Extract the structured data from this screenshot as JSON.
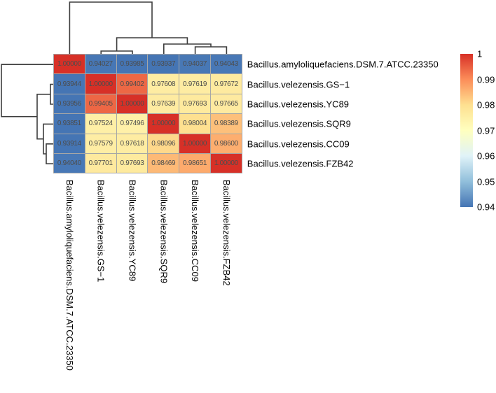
{
  "figure": {
    "background": "#ffffff"
  },
  "chart_data": {
    "type": "heatmap",
    "title": "",
    "description": "Pairwise similarity (ANI) heatmap of Bacillus strains with hierarchical clustering dendrograms on top and left",
    "row_labels": [
      "Bacillus.amyloliquefaciens.DSM.7.ATCC.23350",
      "Bacillus.velezensis.GS−1",
      "Bacillus.velezensis.YC89",
      "Bacillus.velezensis.SQR9",
      "Bacillus.velezensis.CC09",
      "Bacillus.velezensis.FZB42"
    ],
    "col_labels": [
      "Bacillus.amyloliquefaciens.DSM.7.ATCC.23350",
      "Bacillus.velezensis.GS−1",
      "Bacillus.velezensis.YC89",
      "Bacillus.velezensis.SQR9",
      "Bacillus.velezensis.CC09",
      "Bacillus.velezensis.FZB42"
    ],
    "matrix": [
      [
        1.0,
        0.94027,
        0.93985,
        0.93937,
        0.94037,
        0.94043
      ],
      [
        0.93944,
        1.0,
        0.99402,
        0.97608,
        0.97619,
        0.97672
      ],
      [
        0.93956,
        0.99405,
        1.0,
        0.97639,
        0.97693,
        0.97665
      ],
      [
        0.93851,
        0.97524,
        0.97496,
        1.0,
        0.98004,
        0.98389
      ],
      [
        0.93914,
        0.97579,
        0.97618,
        0.98096,
        1.0,
        0.986
      ],
      [
        0.9404,
        0.97701,
        0.97693,
        0.98469,
        0.98651,
        1.0
      ]
    ],
    "value_decimals": 5,
    "colormap": {
      "name": "RdYlBu-reversed",
      "domain": [
        0.94,
        1.0
      ],
      "stops": [
        "#4575b4",
        "#91bfdb",
        "#e0f3f8",
        "#ffffbf",
        "#fee090",
        "#fc8d59",
        "#d73027"
      ]
    },
    "legend": {
      "position": "right",
      "ticks": [
        "1",
        "0.99",
        "0.98",
        "0.97",
        "0.96",
        "0.95",
        "0.94"
      ],
      "tick_values": [
        1.0,
        0.99,
        0.98,
        0.97,
        0.96,
        0.95,
        0.94
      ]
    },
    "dendrogram": {
      "note": "same clustering tree shown above columns and left of rows; height = merge distance in px from heatmap edge",
      "tree": {
        "height": 75,
        "children": [
          {
            "leaf": 0
          },
          {
            "height": 24,
            "children": [
              {
                "height": 5,
                "children": [
                  {
                    "leaf": 1
                  },
                  {
                    "leaf": 2
                  }
                ]
              },
              {
                "height": 15,
                "children": [
                  {
                    "leaf": 3
                  },
                  {
                    "height": 11,
                    "children": [
                      {
                        "leaf": 4
                      },
                      {
                        "leaf": 5
                      }
                    ]
                  }
                ]
              }
            ]
          }
        ]
      }
    },
    "style": {
      "grid_line_color": "#a6a6a6",
      "cell_text_color": "#4d4d4d",
      "dendrogram_line_color": "#3d3d3d",
      "label_text_color": "#000000"
    },
    "grid": true,
    "axis_ranges": {
      "values": [
        0.94,
        1.0
      ]
    }
  }
}
